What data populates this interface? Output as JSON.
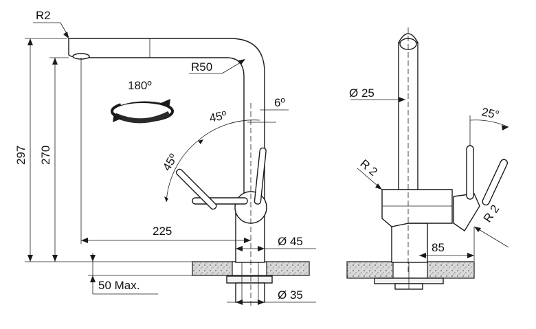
{
  "labels": {
    "r2_top": "R2",
    "r50": "R50",
    "rot180": "180º",
    "deg6": "6º",
    "deg45a": "45º",
    "deg45b": "45º",
    "h297": "297",
    "h270": "270",
    "w225": "225",
    "dia45": "Ø 45",
    "max50": "50 Max.",
    "dia35": "Ø 35",
    "dia25": "Ø 25",
    "deg25": "25°",
    "r2_left": "R 2",
    "r2_right": "R 2",
    "w85": "85"
  },
  "colors": {
    "line": "#1a1a1a",
    "counter": "#d6d6d6",
    "background": "#ffffff"
  }
}
